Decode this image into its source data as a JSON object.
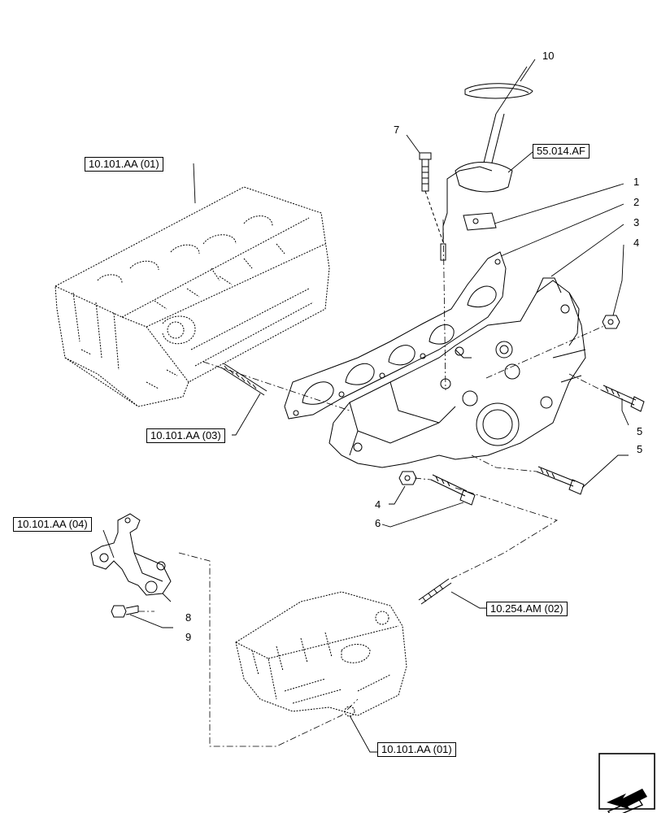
{
  "references": {
    "head_top": "10.101.AA (01)",
    "stud": "10.101.AA (03)",
    "bracket": "10.101.AA (04)",
    "sensor": "55.014.AF",
    "egr_stud": "10.254.AM (02)",
    "block_bottom": "10.101.AA (01)"
  },
  "callouts": {
    "c1": "1",
    "c2": "2",
    "c3": "3",
    "c4_top": "4",
    "c5_upper": "5",
    "c5_lower": "5",
    "c4_left": "4",
    "c6": "6",
    "c7": "7",
    "c8": "8",
    "c9": "9",
    "c10": "10"
  },
  "icons": {
    "navigation": "arrow-icon"
  }
}
